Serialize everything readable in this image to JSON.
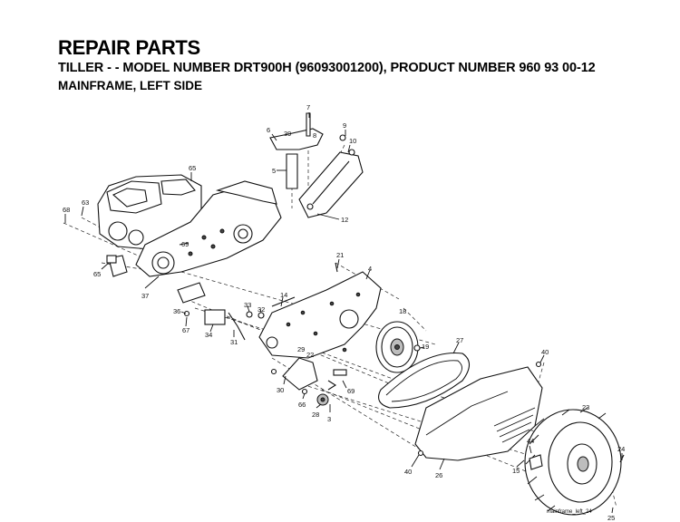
{
  "header": {
    "title": "REPAIR PARTS",
    "subtitle": "TILLER - - MODEL NUMBER DRT900H (96093001200), PRODUCT NUMBER 960 93 00-12",
    "section": "MAINFRAME, LEFT SIDE"
  },
  "diagram": {
    "file_name": "mainframe_left_24",
    "callouts": [
      "7",
      "9",
      "6",
      "39",
      "8",
      "10",
      "5",
      "12",
      "65",
      "68",
      "63",
      "69",
      "21",
      "4",
      "14",
      "33",
      "32",
      "36",
      "37",
      "65",
      "34",
      "67",
      "31",
      "18",
      "19",
      "27",
      "40",
      "29",
      "22",
      "30",
      "66",
      "28",
      "3",
      "69",
      "23",
      "44",
      "24",
      "15",
      "40",
      "26",
      "25"
    ]
  }
}
